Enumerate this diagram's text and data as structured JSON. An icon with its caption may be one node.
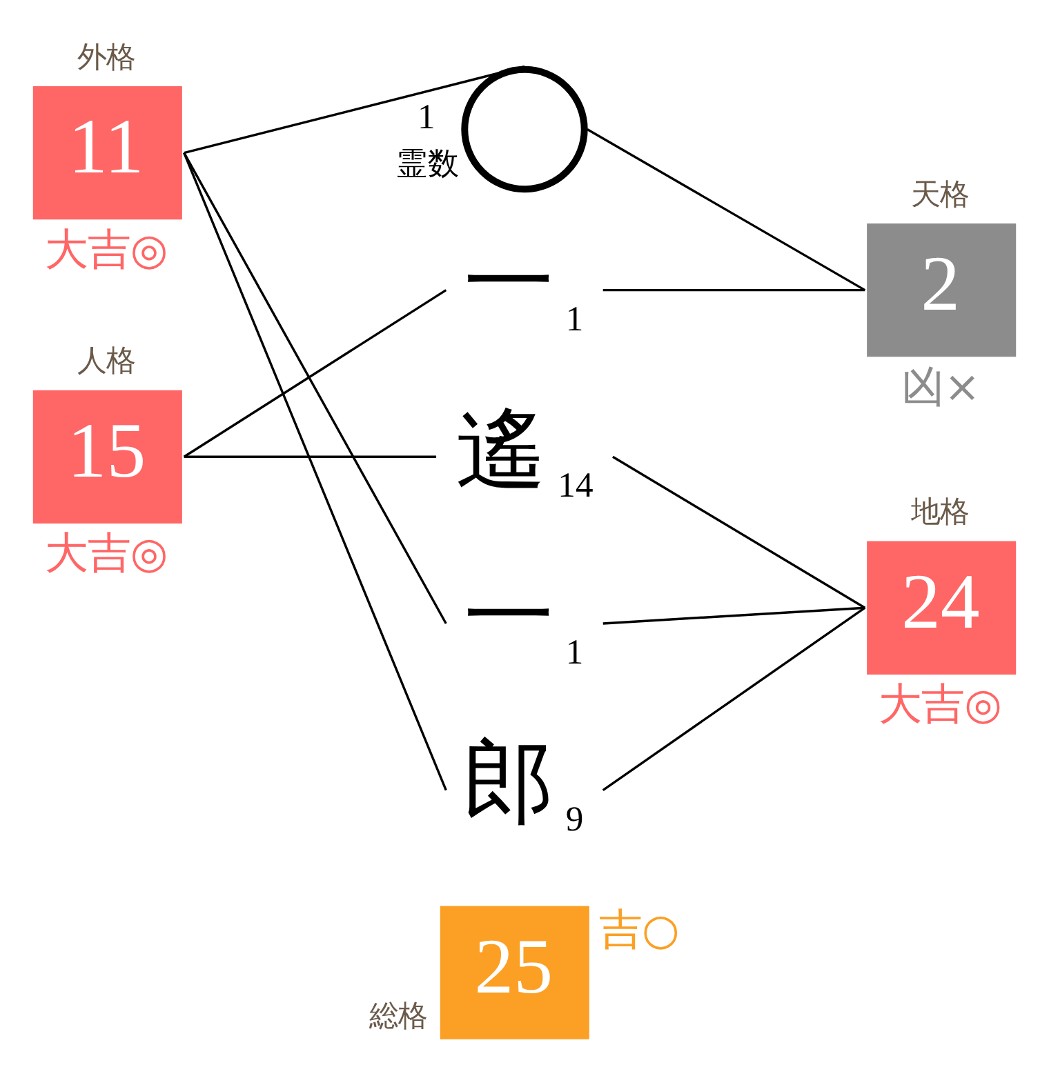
{
  "diagram": {
    "nodes": [
      {
        "text": [
          "外格",
          "11"
        ],
        "beside": [
          "大吉◎"
        ]
      },
      {
        "text": [],
        "shape": "circle",
        "beside": [
          "1",
          "霊数"
        ]
      },
      {
        "text": [
          "天格",
          "2"
        ],
        "beside": [
          "凶×"
        ]
      },
      {
        "text": [
          "一"
        ],
        "beside": [
          "1"
        ]
      },
      {
        "text": [
          "人格",
          "15"
        ],
        "beside": [
          "大吉◎"
        ]
      },
      {
        "text": [
          "遙"
        ],
        "beside": [
          "14"
        ]
      },
      {
        "text": [
          "地格",
          "24"
        ],
        "beside": [
          "大吉◎"
        ]
      },
      {
        "text": [
          "一"
        ],
        "beside": [
          "1"
        ]
      },
      {
        "text": [
          "郎"
        ],
        "beside": [
          "9"
        ]
      },
      {
        "text": [
          "総格",
          "25"
        ],
        "beside": [
          "吉○"
        ]
      }
    ],
    "edges": [
      {
        "from": 0,
        "to": 1,
        "arrow": "none"
      },
      {
        "from": 0,
        "to": 7,
        "arrow": "none"
      },
      {
        "from": 0,
        "to": 8,
        "arrow": "none"
      },
      {
        "from": 1,
        "to": 2,
        "arrow": "none"
      },
      {
        "from": 3,
        "to": 2,
        "arrow": "none"
      },
      {
        "from": 4,
        "to": 3,
        "arrow": "none"
      },
      {
        "from": 4,
        "to": 5,
        "arrow": "none"
      },
      {
        "from": 5,
        "to": 6,
        "arrow": "none"
      },
      {
        "from": 7,
        "to": 6,
        "arrow": "none"
      },
      {
        "from": 8,
        "to": 6,
        "arrow": "none"
      }
    ]
  }
}
